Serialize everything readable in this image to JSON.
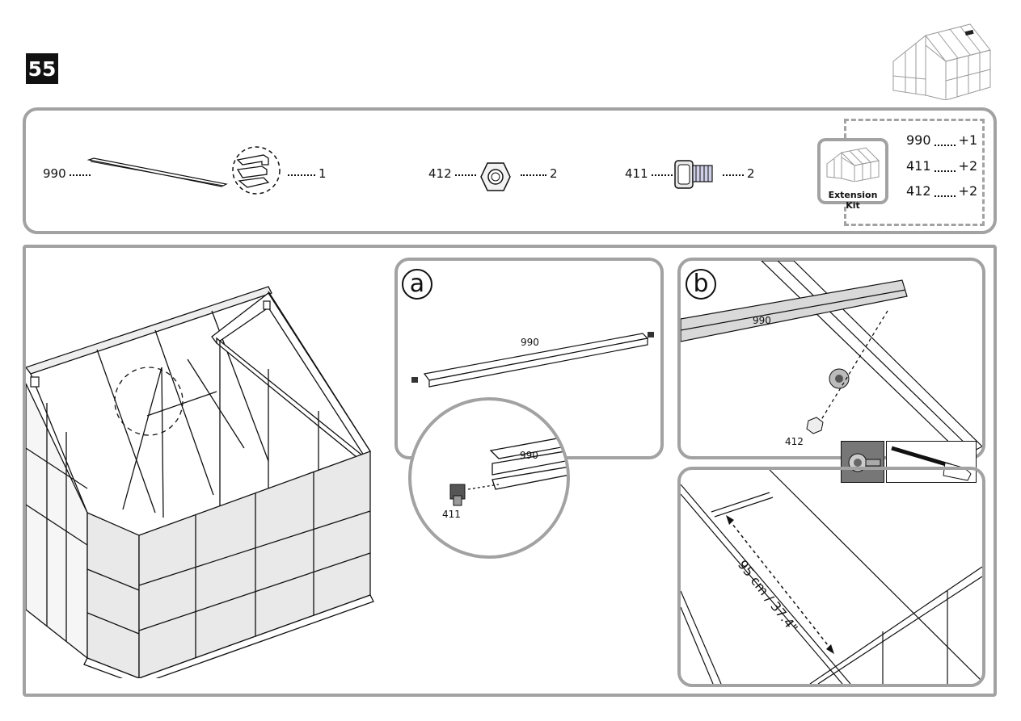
{
  "step": {
    "number": "55"
  },
  "parts": [
    {
      "code": "990",
      "qty": "1",
      "icon": "profile-bar-icon"
    },
    {
      "code": "412",
      "qty": "2",
      "icon": "hex-nut-icon"
    },
    {
      "code": "411",
      "qty": "2",
      "icon": "bolt-icon"
    }
  ],
  "extension_kit": {
    "badge_label": "Extension Kit",
    "items": [
      {
        "code": "990",
        "qty": "+1"
      },
      {
        "code": "411",
        "qty": "+2"
      },
      {
        "code": "412",
        "qty": "+2"
      }
    ]
  },
  "detail_a": {
    "letter": "a",
    "bar_label": "990",
    "zoom_bar_label": "990",
    "bolt_label": "411"
  },
  "detail_b": {
    "letter": "b",
    "bar_label": "990",
    "nut_label": "412"
  },
  "detail_c": {
    "measure_label": "95 cm / 37.4\""
  },
  "colors": {
    "frame_gray": "#a2a2a2",
    "line": "#111111"
  }
}
